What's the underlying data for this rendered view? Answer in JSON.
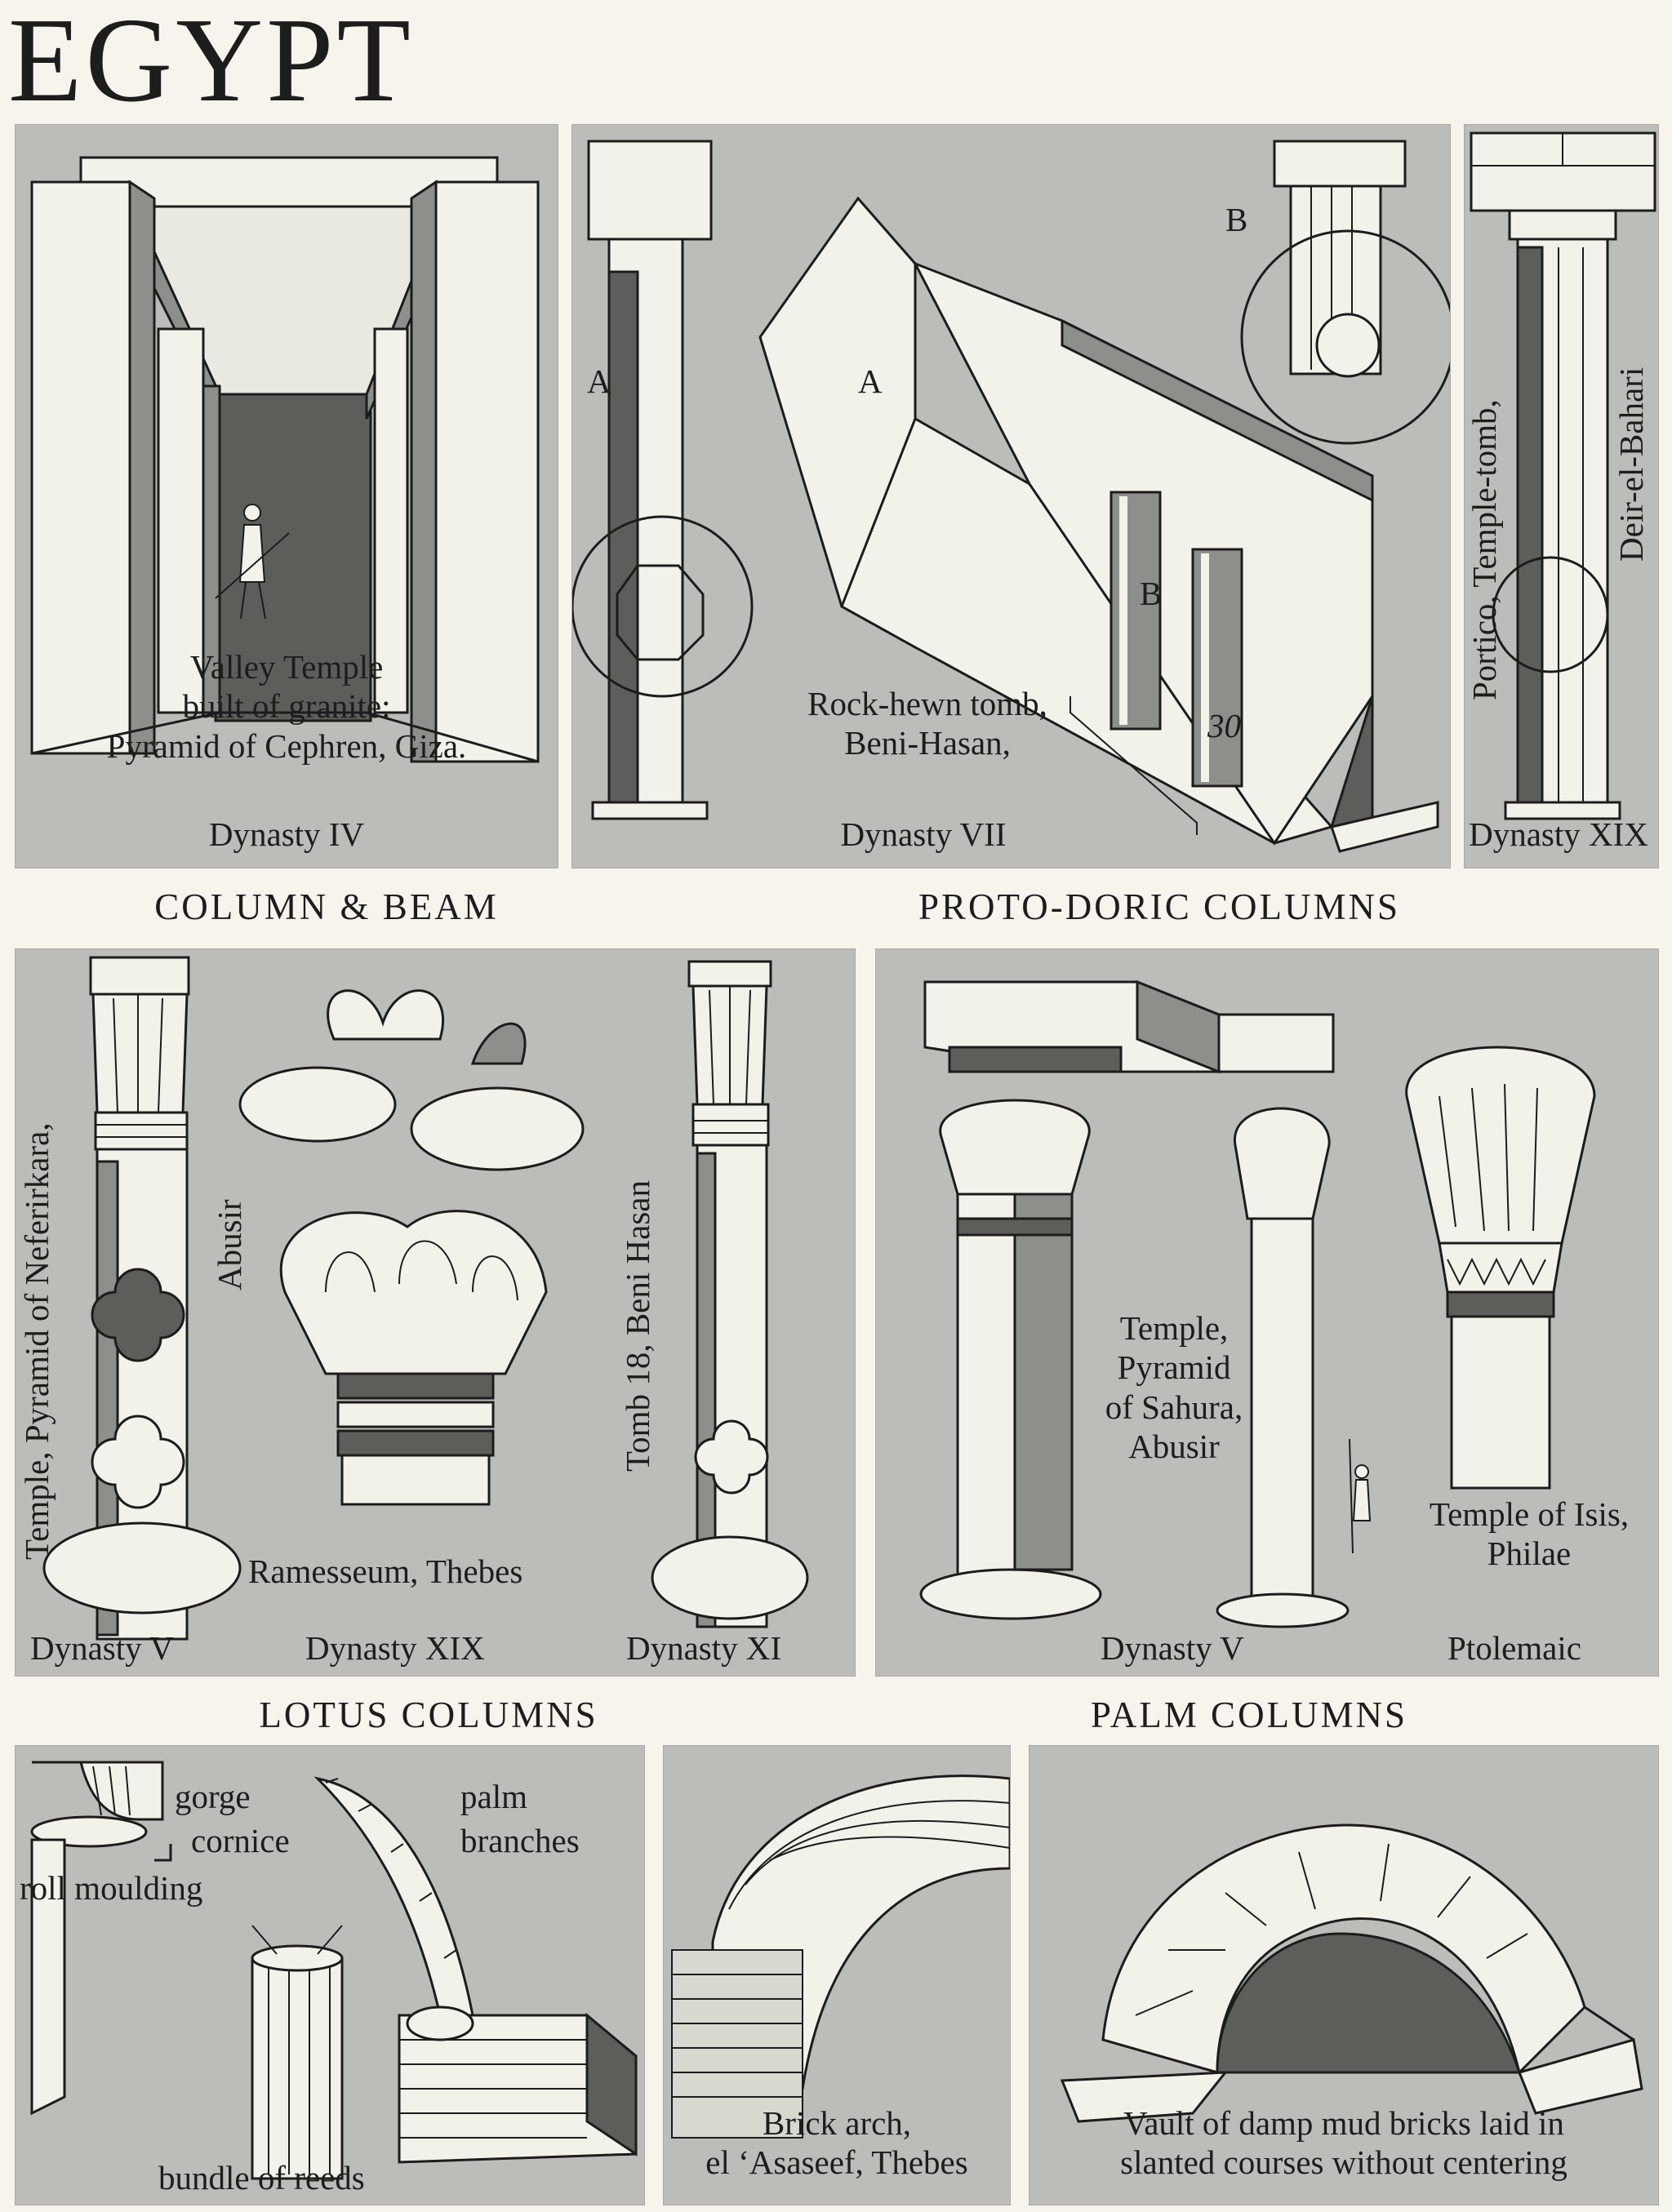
{
  "title": "EGYPT",
  "sections": {
    "column_beam": "COLUMN & BEAM",
    "proto_doric": "PROTO-DORIC COLUMNS",
    "lotus": "LOTUS COLUMNS",
    "palm": "PALM COLUMNS"
  },
  "panels": {
    "valley_temple": {
      "caption": [
        "Valley Temple",
        "built of granite:",
        "Pyramid of Cephren, Giza."
      ],
      "dynasty": "Dynasty IV"
    },
    "rock_tomb": {
      "label_a_left": "A",
      "label_a_right": "A",
      "label_b_top": "B",
      "label_b_low": "B",
      "number": "30",
      "caption": [
        "Rock-hewn tomb,",
        "Beni-Hasan,"
      ],
      "dynasty": "Dynasty VII"
    },
    "portico": {
      "vertical_1": "Portico, Temple-tomb,",
      "vertical_2": "Deir-el-Bahari",
      "dynasty": "Dynasty XIX"
    },
    "lotus_panel": {
      "vertical_neferirkara": "Temple, Pyramid of Neferirkara,",
      "vertical_abusir": "Abusir",
      "ramesseum": "Ramesseum, Thebes",
      "vertical_tomb18": "Tomb 18, Beni Hasan",
      "dynasty_v": "Dynasty V",
      "dynasty_xix": "Dynasty XIX",
      "dynasty_xi": "Dynasty XI"
    },
    "palm_panel": {
      "sahura": [
        "Temple,",
        "Pyramid",
        "of Sahura,",
        "Abusir"
      ],
      "isis": [
        "Temple of Isis,",
        "Philae"
      ],
      "dynasty_v": "Dynasty V",
      "ptolemaic": "Ptolemaic"
    },
    "cornice": {
      "gorge": "gorge",
      "cornice": "cornice",
      "roll": "roll moulding",
      "palm": "palm",
      "branches": "branches",
      "reeds": "bundle of reeds"
    },
    "brick_arch": {
      "caption": [
        "Brick arch,",
        "el ‘Asaseef, Thebes"
      ]
    },
    "vault": {
      "caption": [
        "Vault of damp mud bricks laid in",
        "slanted courses without centering"
      ]
    }
  }
}
